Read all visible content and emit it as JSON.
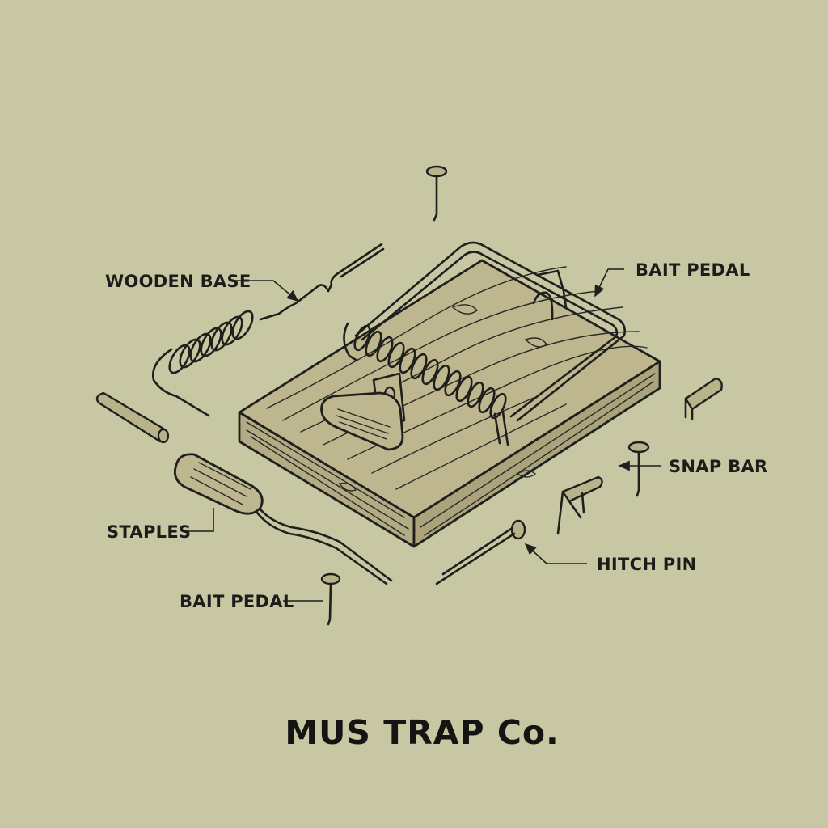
{
  "labels": {
    "wooden_base": "WOODEN BASE",
    "bait_pedal_top": "BAIT PEDAL",
    "snap_bar": "SNAP BAR",
    "staples": "STAPLES",
    "hitch_pin": "HITCH PIN",
    "bait_pedal_bottom": "BAIT PEDAL"
  },
  "brand": "MUS TRAP Co.",
  "colors": {
    "background": "#c7c8a3",
    "wood": "#b9b38b",
    "ink": "#1f1f1c"
  }
}
